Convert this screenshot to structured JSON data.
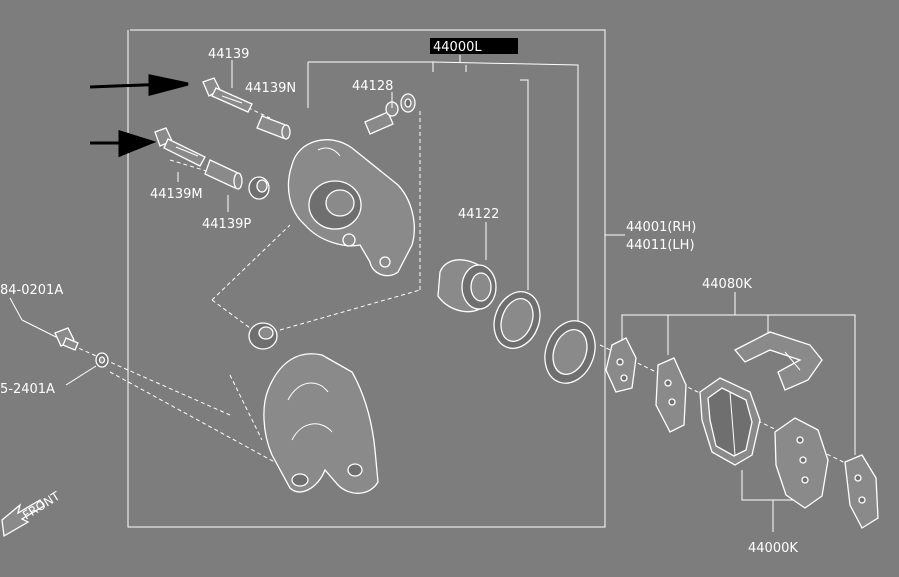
{
  "labels": {
    "assembly_left": "44000L",
    "bolt_upper": "44139",
    "sleeve_upper": "44139N",
    "bleeder": "44128",
    "bolt_lower": "44139M",
    "sleeve_lower": "44139P",
    "piston": "44122",
    "caliper_rh": "44001(RH)",
    "caliper_lh": "44011(LH)",
    "pad_hardware": "44080K",
    "pad_kit": "44000K",
    "bolt_ref": "84-0201A",
    "washer_ref": "5-2401A",
    "front": "FRONT"
  },
  "colors": {
    "background": "#7d7d7d",
    "lines": "#ffffff",
    "highlight_box": "#000000",
    "arrows": "#000000"
  }
}
